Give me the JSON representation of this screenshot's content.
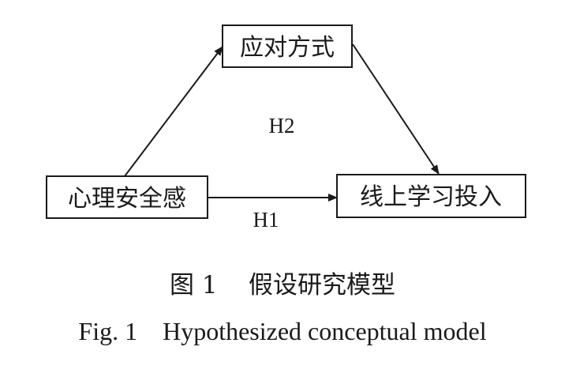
{
  "nodes": {
    "coping": {
      "label": "应对方式"
    },
    "safety": {
      "label": "心理安全感"
    },
    "engagement": {
      "label": "线上学习投入"
    }
  },
  "edges": {
    "h1": {
      "label": "H1"
    },
    "h2": {
      "label": "H2"
    }
  },
  "caption": {
    "cn_prefix": "图 1",
    "cn_title": "假设研究模型",
    "en_prefix": "Fig. 1",
    "en_title": "Hypothesized conceptual model"
  }
}
